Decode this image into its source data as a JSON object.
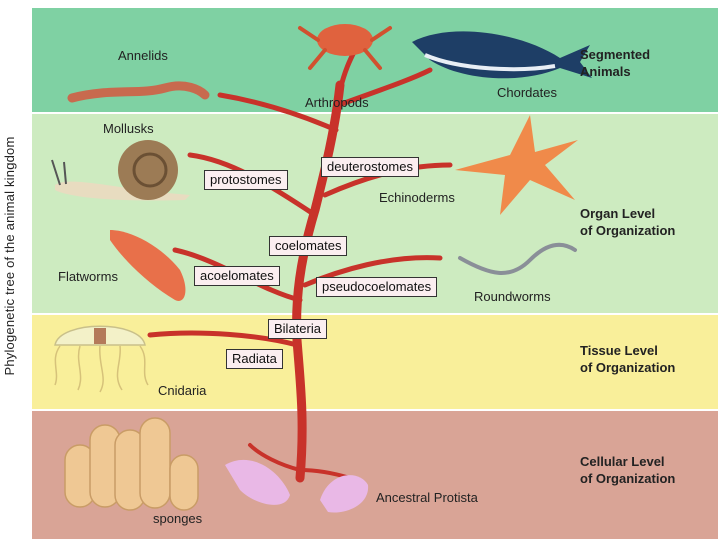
{
  "side_label": "Phylogenetic tree of the animal kingdom",
  "levels": {
    "segmented": "Segmented\nAnimals",
    "organ": "Organ Level\nof Organization",
    "tissue": "Tissue Level\nof Organization",
    "cellular": "Cellular Level\nof Organization"
  },
  "taxa": {
    "annelids": "Annelids",
    "arthropods": "Arthropods",
    "chordates": "Chordates",
    "mollusks": "Mollusks",
    "echinoderms": "Echinoderms",
    "flatworms": "Flatworms",
    "roundworms": "Roundworms",
    "cnidaria": "Cnidaria",
    "sponges": "sponges",
    "ancestral_protista": "Ancestral Protista"
  },
  "clades": {
    "protostomes": "protostomes",
    "deuterostomes": "deuterostomes",
    "coelomates": "coelomates",
    "acoelomates": "acoelomates",
    "pseudocoelomates": "pseudocoelomates",
    "bilateria": "Bilateria",
    "radiata": "Radiata"
  },
  "colors": {
    "segmented_band": "#7fd1a3",
    "organ_band": "#cdebc0",
    "tissue_band": "#f9ef9a",
    "cellular_band": "#d9a496",
    "tree": "#c8322a"
  }
}
